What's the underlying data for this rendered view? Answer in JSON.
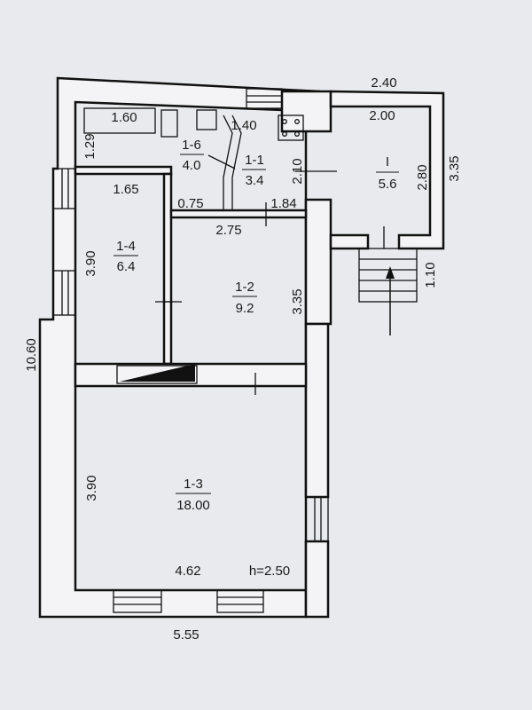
{
  "rooms": [
    {
      "id": "1-6",
      "area": "4.0"
    },
    {
      "id": "1-1",
      "area": "3.4"
    },
    {
      "id": "I",
      "area": "5.6"
    },
    {
      "id": "1-4",
      "area": "6.4"
    },
    {
      "id": "1-2",
      "area": "9.2"
    },
    {
      "id": "1-3",
      "area": "18.00"
    }
  ],
  "dimensions": {
    "d_240": "2.40",
    "d_200": "2.00",
    "d_160": "1.60",
    "d_140": "1.40",
    "d_129": "1.29",
    "d_210": "2.10",
    "d_280": "2.80",
    "d_335_porch": "3.35",
    "d_165": "1.65",
    "d_075": "0.75",
    "d_184": "1.84",
    "d_275": "2.75",
    "d_110": "1.10",
    "d_390_upper": "3.90",
    "d_335": "3.35",
    "d_1060": "10.60",
    "d_390_lower": "3.90",
    "d_462": "4.62",
    "height": "h=2.50",
    "d_555": "5.55"
  }
}
